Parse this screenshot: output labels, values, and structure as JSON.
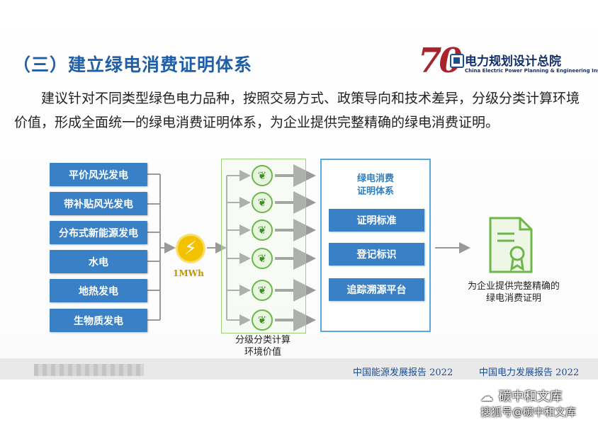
{
  "title": "（三）建立绿电消费证明体系",
  "logo": {
    "number": "70",
    "name_cn": "电力规划设计总院",
    "name_en": "China Electric Power Planning & Engineering Institute"
  },
  "paragraph": "建议针对不同类型绿色电力品种，按照交易方式、政策导向和技术差异，分级分类计算环境价值，形成全面统一的绿电消费证明体系，为企业提供完整精确的绿电消费证明。",
  "diagram": {
    "sources": [
      "平价风光发电",
      "带补贴风光发电",
      "分布式新能源发电",
      "水电",
      "地热发电",
      "生物质发电"
    ],
    "unit_label": "1MWh",
    "mid_caption_line1": "分级分类计算",
    "mid_caption_line2": "环境价值",
    "system_title_line1": "绿电消费",
    "system_title_line2": "证明体系",
    "system_items": [
      "证明标准",
      "登记标识",
      "追踪溯源平台"
    ],
    "result_line1": "为企业提供完整精确的",
    "result_line2": "绿电消费证明",
    "leaf_count": 6
  },
  "footer": {
    "report1": "中国能源发展报告 2022",
    "report2": "中国电力发展报告 2022"
  },
  "watermark": {
    "line1": "碳中和文库",
    "line2": "搜狐号@碳中和文库"
  },
  "colors": {
    "title_blue": "#1f5fa8",
    "box_blue": "#3a80c7",
    "leaf_green": "#6cb64a",
    "logo_red": "#a8232c",
    "bolt_yellow": "#f2c200"
  }
}
